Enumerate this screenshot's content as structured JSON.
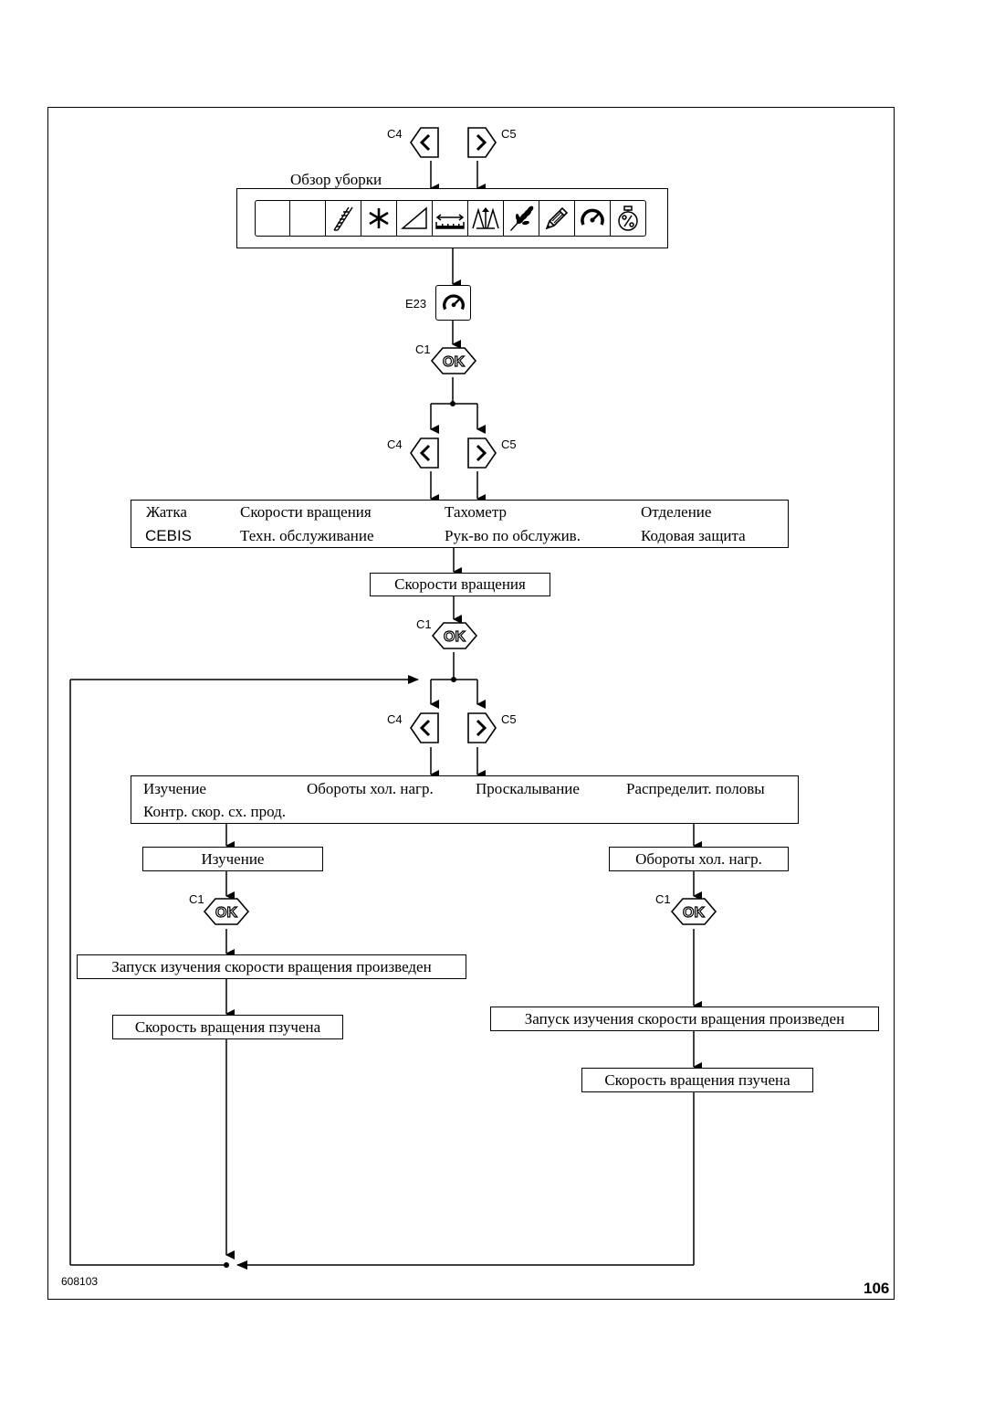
{
  "keys": {
    "left_key": "C4",
    "right_key": "C5",
    "ok_key": "C1",
    "ok_text": "OK"
  },
  "harvest_overview": {
    "title": "Обзор уборки",
    "icons": [
      "blank-icon",
      "blank-icon",
      "header-icon",
      "asterisk-icon",
      "slope-icon",
      "width-measure-icon",
      "scale-icon",
      "grain-icon",
      "pencil-icon",
      "speedometer-icon",
      "percent-icon"
    ]
  },
  "e23": {
    "label": "E23",
    "icon": "speedometer-icon"
  },
  "menu1": {
    "row1": [
      "Жатка",
      "Скорости вращения",
      "Тахометр",
      "Отделение"
    ],
    "row2": [
      "CEBIS",
      "Техн. обслуживание",
      "Рук-во по обслужив.",
      "Кодовая защита"
    ]
  },
  "selected1": "Скорости вращения",
  "menu2": {
    "row1": [
      "Изучение",
      "Обороты хол. нагр.",
      "Проскалывание",
      "Распределит. половы"
    ],
    "row2": [
      "Контр. скор. сх. прод."
    ]
  },
  "left_branch": {
    "selected": "Изучение",
    "started": "Запуск изучения скорости вращения произведен",
    "done": "Скорость вращения пзучена"
  },
  "right_branch": {
    "selected": "Обороты хол. нагр.",
    "started": "Запуск изучения скорости вращения произведен",
    "done": "Скорость вращения пзучена"
  },
  "footer": {
    "figure_id": "608103",
    "page_number": "106"
  }
}
